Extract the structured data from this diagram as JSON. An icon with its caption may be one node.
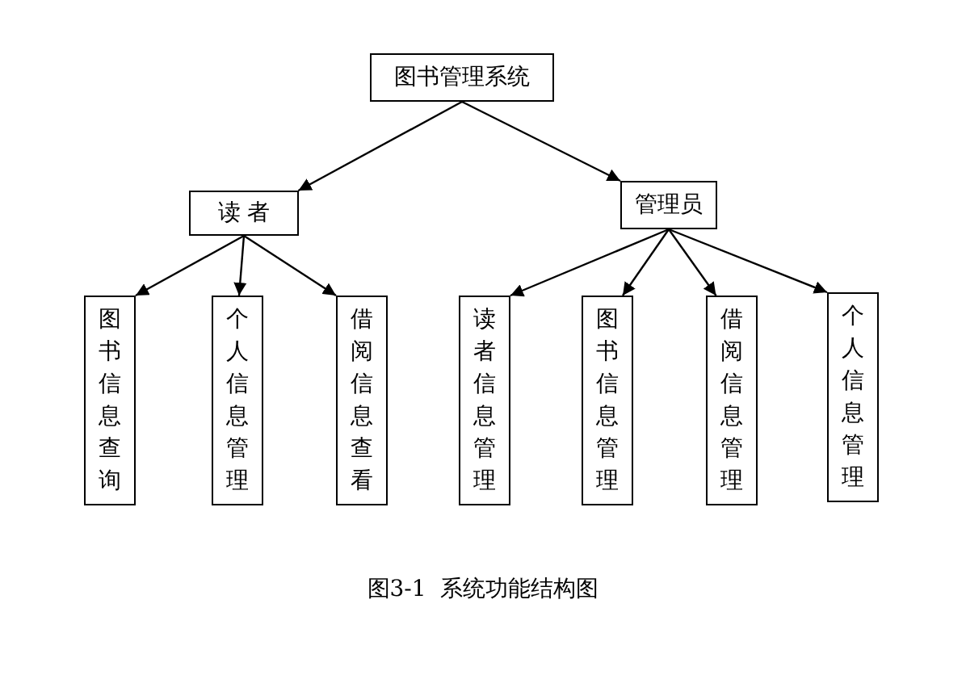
{
  "diagram": {
    "caption": "图3-1  系统功能结构图",
    "nodes": [
      {
        "text": [
          "图书管理系统"
        ]
      },
      {
        "text": [
          "读 者"
        ]
      },
      {
        "text": [
          "管理员"
        ]
      },
      {
        "text": [
          "图书信息查询"
        ]
      },
      {
        "text": [
          "个人信息管理"
        ]
      },
      {
        "text": [
          "借阅信息查看"
        ]
      },
      {
        "text": [
          "读者信息管理"
        ]
      },
      {
        "text": [
          "图书信息管理"
        ]
      },
      {
        "text": [
          "借阅信息管理"
        ]
      },
      {
        "text": [
          "个人信息管理"
        ]
      }
    ],
    "edges": [
      {
        "from": 0,
        "to": 1,
        "arrow": "to"
      },
      {
        "from": 0,
        "to": 2,
        "arrow": "to"
      },
      {
        "from": 1,
        "to": 3,
        "arrow": "to"
      },
      {
        "from": 1,
        "to": 4,
        "arrow": "to"
      },
      {
        "from": 1,
        "to": 5,
        "arrow": "to"
      },
      {
        "from": 2,
        "to": 6,
        "arrow": "to"
      },
      {
        "from": 2,
        "to": 7,
        "arrow": "to"
      },
      {
        "from": 2,
        "to": 8,
        "arrow": "to"
      },
      {
        "from": 2,
        "to": 9,
        "arrow": "to"
      }
    ]
  }
}
